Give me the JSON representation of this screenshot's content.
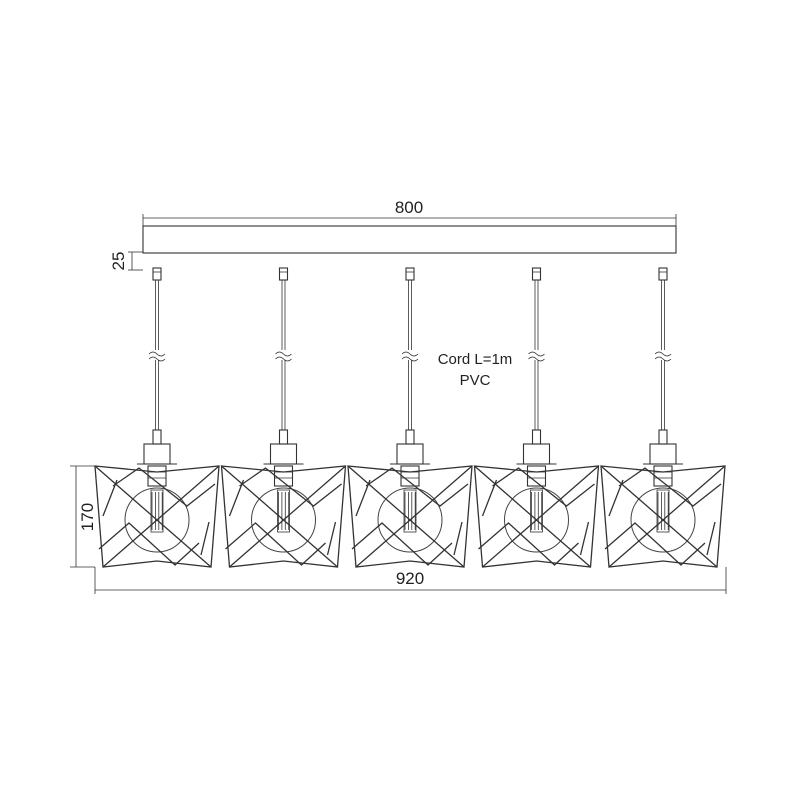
{
  "dimensions": {
    "canopy_length": "800",
    "canopy_height": "25",
    "shade_height": "170",
    "overall_length": "920"
  },
  "note": {
    "cord_line": "Cord L=1m",
    "material_line": "PVC"
  },
  "pendant_count": 5
}
